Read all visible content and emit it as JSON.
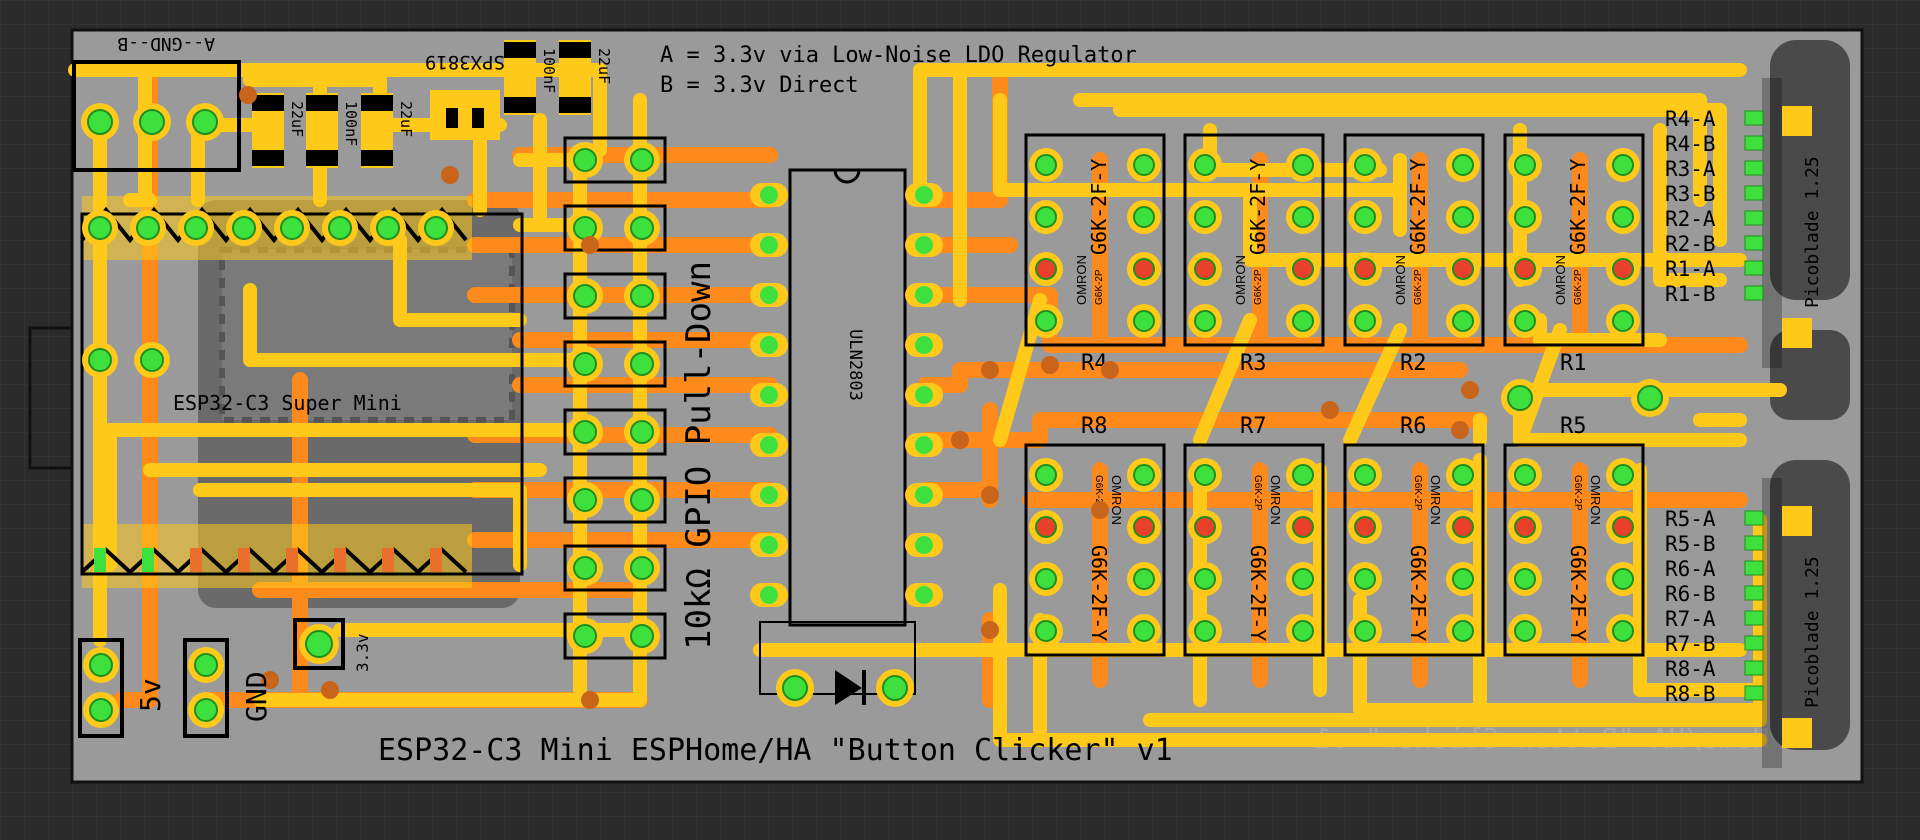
{
  "board": {
    "title": "ESP32-C3 Mini ESPHome/HA \"Button Clicker\" v1",
    "ghost_text": "ESPHome/HA \"Button Clicker\" v1",
    "note_line1": "A = 3.3v via Low-Noise LDO Regulator",
    "note_line2": "B = 3.3v Direct",
    "ab_label": "A--GND--B",
    "pulldown_label": "10kΩ GPIO Pull-Down",
    "module_label": "ESP32-C3 Super Mini",
    "ic_label": "ULN2803",
    "ldo_label": "SPX3819",
    "pwr_5v": "5v",
    "pwr_gnd": "GND",
    "pwr_33": "3.3v"
  },
  "caps": [
    "22uF",
    "100nF",
    "22uF",
    "100nF",
    "22uF"
  ],
  "relays": [
    {
      "id": "R4",
      "brand": "OMRON",
      "model": "G6K-2P",
      "part": "G6K-2F-Y"
    },
    {
      "id": "R3",
      "brand": "OMRON",
      "model": "G6K-2P",
      "part": "G6K-2F-Y"
    },
    {
      "id": "R2",
      "brand": "OMRON",
      "model": "G6K-2P",
      "part": "G6K-2F-Y"
    },
    {
      "id": "R1",
      "brand": "OMRON",
      "model": "G6K-2P",
      "part": "G6K-2F-Y"
    },
    {
      "id": "R8",
      "brand": "OMRON",
      "model": "G6K-2P",
      "part": "G6K-2F-Y"
    },
    {
      "id": "R7",
      "brand": "OMRON",
      "model": "G6K-2P",
      "part": "G6K-2F-Y"
    },
    {
      "id": "R6",
      "brand": "OMRON",
      "model": "G6K-2P",
      "part": "G6K-2F-Y"
    },
    {
      "id": "R5",
      "brand": "OMRON",
      "model": "G6K-2P",
      "part": "G6K-2F-Y"
    }
  ],
  "connector_top": {
    "name": "Picoblade 1.25",
    "pins": [
      "R4-A",
      "R4-B",
      "R3-A",
      "R3-B",
      "R2-A",
      "R2-B",
      "R1-A",
      "R1-B"
    ]
  },
  "connector_bottom": {
    "name": "Picoblade 1.25",
    "pins": [
      "R5-A",
      "R5-B",
      "R6-A",
      "R6-B",
      "R7-A",
      "R7-B",
      "R8-A",
      "R8-B"
    ]
  },
  "colors": {
    "board": "#9a9a9a",
    "trace_top": "#ffc91a",
    "trace_bottom": "#ff8a1c",
    "pad_green": "#3ee03e",
    "pad_red": "#e8402a",
    "silk": "#000000"
  }
}
